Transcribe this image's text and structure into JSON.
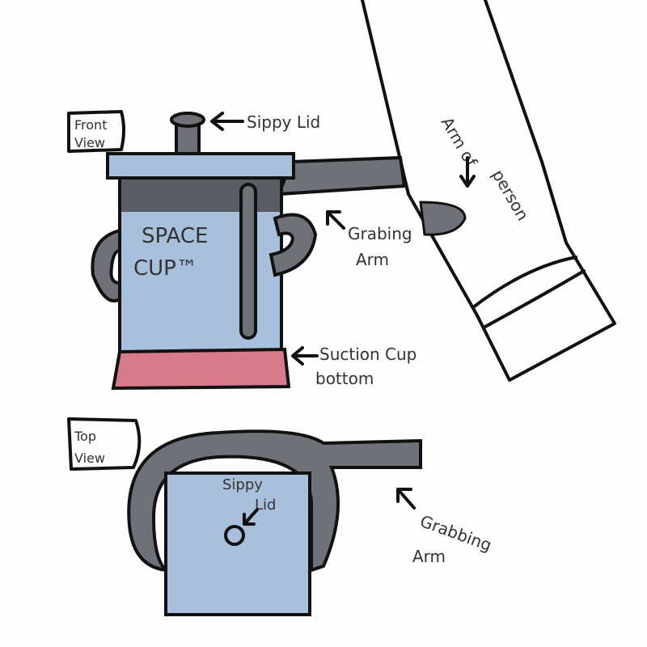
{
  "front_view": {
    "label_line1": "Front",
    "label_line2": "View",
    "cup_text_line1": "SPACE",
    "cup_text_line2": "CUP™",
    "sippy_lid_label": "Sippy Lid",
    "grabbing_arm_line1": "Grabing",
    "grabbing_arm_line2": "Arm",
    "suction_line1": "Suction Cup",
    "suction_line2": "bottom",
    "arm_of_person_line1": "Arm of",
    "arm_of_person_line2": "person"
  },
  "top_view": {
    "label_line1": "Top",
    "label_line2": "View",
    "sippy_lid_line1": "Sippy",
    "sippy_lid_line2": "Lid",
    "grabbing_arm_line1": "Grabbing",
    "grabbing_arm_line2": "Arm"
  },
  "colors": {
    "cup_blue": "#a9c0dc",
    "arm_gray": "#6e7178",
    "suction_red": "#d77a8a",
    "ink": "#111111"
  }
}
